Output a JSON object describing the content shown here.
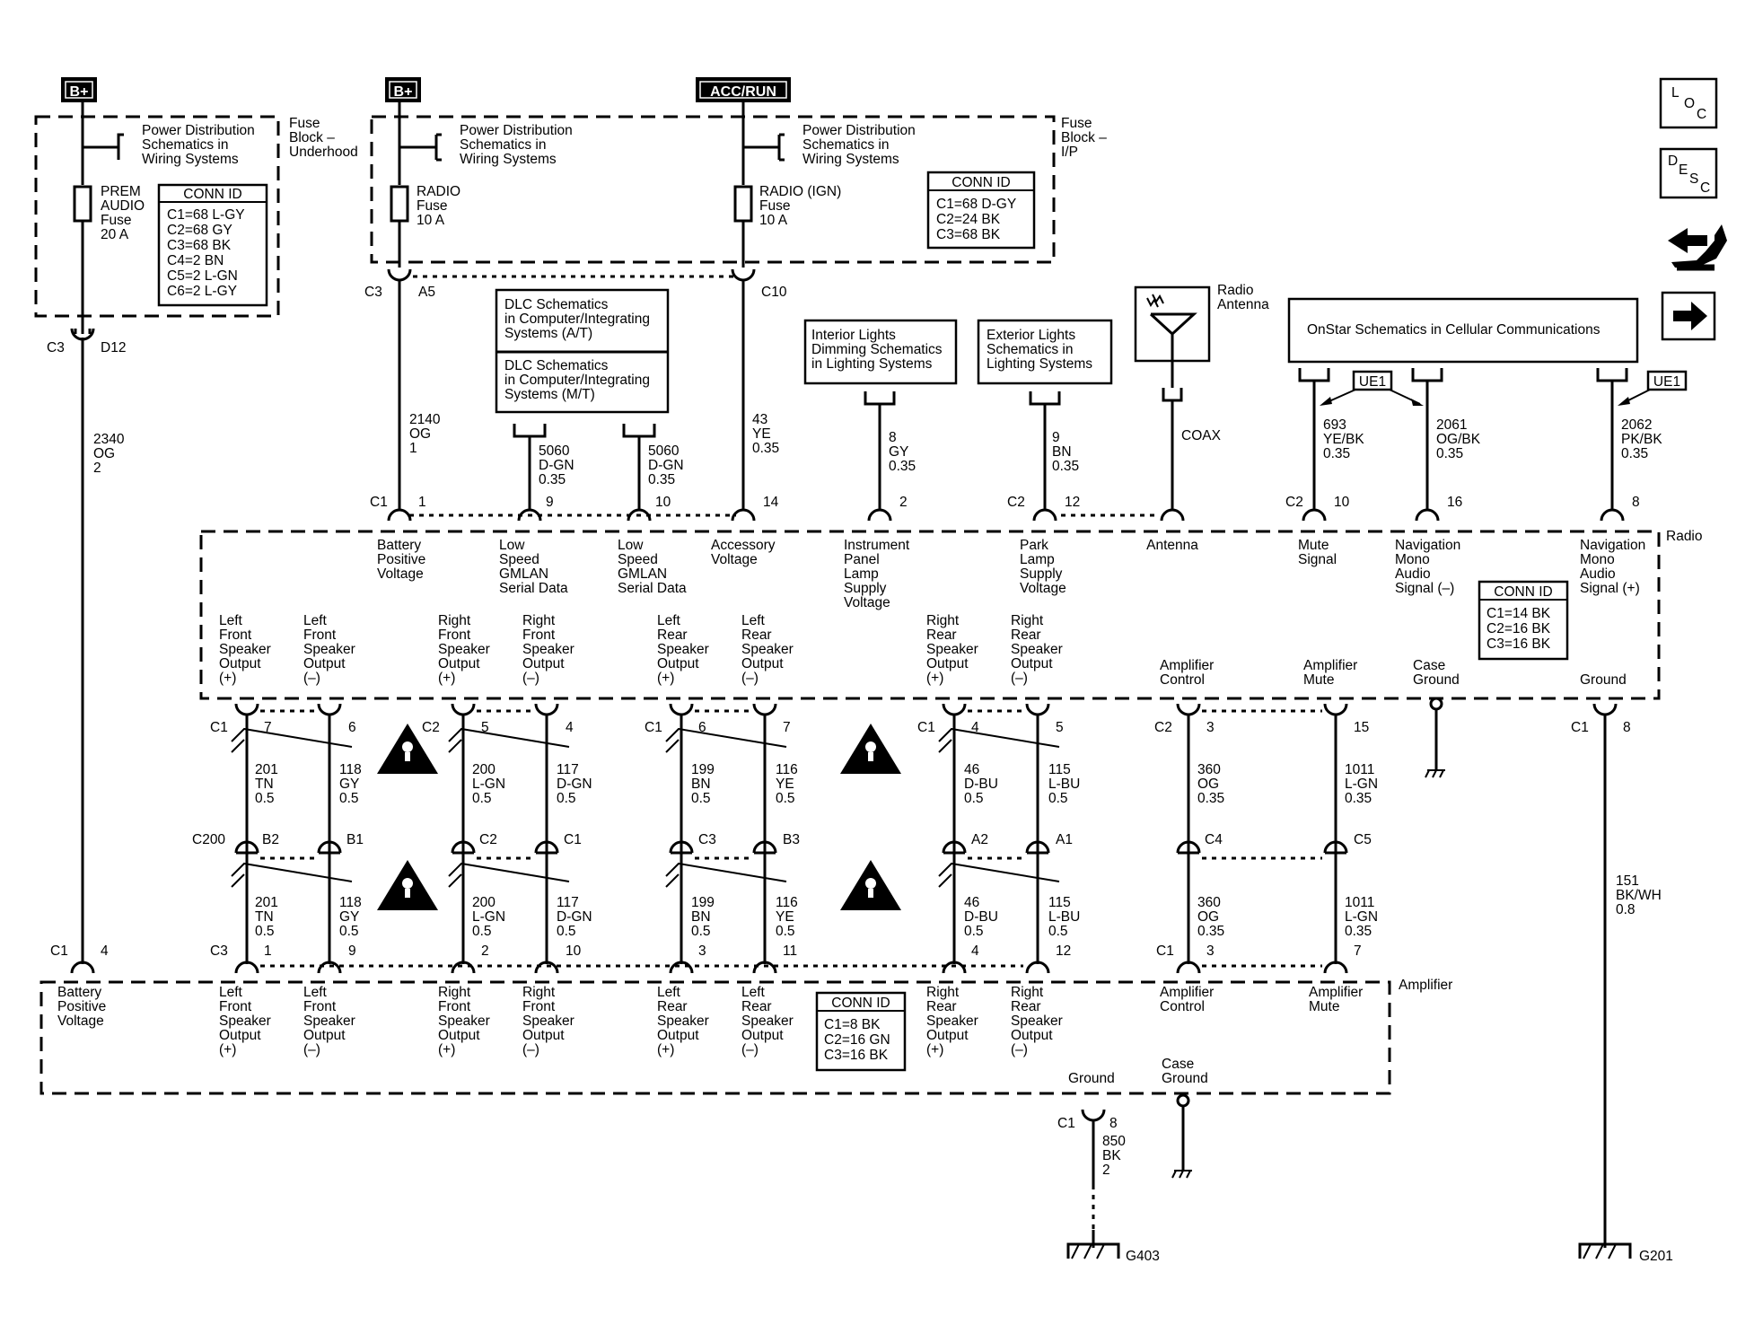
{
  "sources": {
    "b_plus_1": "B+",
    "b_plus_2": "B+",
    "acc_run": "ACC/RUN"
  },
  "fuse_blocks": {
    "underhood": {
      "title": [
        "Fuse",
        "Block –",
        "Underhood"
      ],
      "pds": [
        "Power Distribution",
        "Schematics in",
        "Wiring Systems"
      ],
      "fuse": [
        "PREM",
        "AUDIO",
        "Fuse",
        "20 A"
      ],
      "conn_id_title": "CONN ID",
      "conn_id": [
        "C1=68 L-GY",
        "C2=68 GY",
        "C3=68 BK",
        "C4=2 BN",
        "C5=2 L-GN",
        "C6=2 L-GY"
      ]
    },
    "ip": {
      "title": [
        "Fuse",
        "Block –",
        "I/P"
      ],
      "pds_left": [
        "Power Distribution",
        "Schematics in",
        "Wiring Systems"
      ],
      "pds_right": [
        "Power Distribution",
        "Schematics in",
        "Wiring Systems"
      ],
      "fuse_radio": [
        "RADIO",
        "Fuse",
        "10 A"
      ],
      "fuse_radio_ign": [
        "RADIO (IGN)",
        "Fuse",
        "10 A"
      ],
      "conn_id_title": "CONN ID",
      "conn_id": [
        "C1=68 D-GY",
        "C2=24 BK",
        "C3=68 BK"
      ]
    }
  },
  "references": {
    "dlc_at": [
      "DLC Schematics",
      "in Computer/Integrating",
      "Systems (A/T)"
    ],
    "dlc_mt": [
      "DLC Schematics",
      "in Computer/Integrating",
      "Systems (M/T)"
    ],
    "interior": [
      "Interior Lights",
      "Dimming Schematics",
      "in Lighting Systems"
    ],
    "exterior": [
      "Exterior Lights",
      "Schematics in",
      "Lighting Systems"
    ],
    "onstar": "OnStar Schematics in Cellular Communications",
    "radio_antenna": [
      "Radio",
      "Antenna"
    ],
    "coax": "COAX",
    "ue1_a": "UE1",
    "ue1_b": "UE1"
  },
  "upper_connectors": {
    "c3_d12": [
      "C3",
      "D12"
    ],
    "c3_a5": [
      "C3",
      "A5"
    ],
    "c10": "C10"
  },
  "top_wires": {
    "w2340": [
      "2340",
      "OG",
      "2"
    ],
    "w2140": [
      "2140",
      "OG",
      "1"
    ],
    "w5060a": [
      "5060",
      "D-GN",
      "0.35"
    ],
    "w5060b": [
      "5060",
      "D-GN",
      "0.35"
    ],
    "w43": [
      "43",
      "YE",
      "0.35"
    ],
    "w8": [
      "8",
      "GY",
      "0.35"
    ],
    "w9": [
      "9",
      "BN",
      "0.35"
    ],
    "w693": [
      "693",
      "YE/BK",
      "0.35"
    ],
    "w2061": [
      "2061",
      "OG/BK",
      "0.35"
    ],
    "w2062": [
      "2062",
      "PK/BK",
      "0.35"
    ]
  },
  "radio": {
    "title": "Radio",
    "c1": "C1",
    "c2": "C2",
    "pins_top": [
      "1",
      "9",
      "10",
      "14",
      "2",
      "12",
      "10",
      "16",
      "8"
    ],
    "inputs": {
      "battery": [
        "Battery",
        "Positive",
        "Voltage"
      ],
      "gmlan1": [
        "Low",
        "Speed",
        "GMLAN",
        "Serial Data"
      ],
      "gmlan2": [
        "Low",
        "Speed",
        "GMLAN",
        "Serial Data"
      ],
      "accessory": [
        "Accessory",
        "Voltage"
      ],
      "ip_lamp": [
        "Instrument",
        "Panel",
        "Lamp",
        "Supply",
        "Voltage"
      ],
      "park": [
        "Park",
        "Lamp",
        "Supply",
        "Voltage"
      ],
      "antenna": "Antenna",
      "mute": [
        "Mute",
        "Signal"
      ],
      "nav_minus": [
        "Navigation",
        "Mono",
        "Audio",
        "Signal (–)"
      ],
      "nav_plus": [
        "Navigation",
        "Mono",
        "Audio",
        "Signal (+)"
      ]
    },
    "outputs": [
      [
        "Left",
        "Front",
        "Speaker",
        "Output",
        "(+)"
      ],
      [
        "Left",
        "Front",
        "Speaker",
        "Output",
        "(–)"
      ],
      [
        "Right",
        "Front",
        "Speaker",
        "Output",
        "(+)"
      ],
      [
        "Right",
        "Front",
        "Speaker",
        "Output",
        "(–)"
      ],
      [
        "Left",
        "Rear",
        "Speaker",
        "Output",
        "(+)"
      ],
      [
        "Left",
        "Rear",
        "Speaker",
        "Output",
        "(–)"
      ],
      [
        "Right",
        "Rear",
        "Speaker",
        "Output",
        "(+)"
      ],
      [
        "Right",
        "Rear",
        "Speaker",
        "Output",
        "(–)"
      ],
      [
        "Amplifier",
        "Control"
      ],
      [
        "Amplifier",
        "Mute"
      ],
      [
        "Case",
        "Ground"
      ],
      [
        "Ground"
      ]
    ],
    "conn_id_title": "CONN ID",
    "conn_id": [
      "C1=14 BK",
      "C2=16 BK",
      "C3=16 BK"
    ]
  },
  "radio_bottom_conns": {
    "labels": [
      "C1",
      "C2",
      "C1",
      "C1",
      "C2",
      "C1"
    ],
    "pins": [
      "7",
      "6",
      "5",
      "4",
      "6",
      "7",
      "4",
      "5",
      "3",
      "15",
      "8"
    ]
  },
  "mid_wires": [
    [
      "201",
      "TN",
      "0.5"
    ],
    [
      "118",
      "GY",
      "0.5"
    ],
    [
      "200",
      "L-GN",
      "0.5"
    ],
    [
      "117",
      "D-GN",
      "0.5"
    ],
    [
      "199",
      "BN",
      "0.5"
    ],
    [
      "116",
      "YE",
      "0.5"
    ],
    [
      "46",
      "D-BU",
      "0.5"
    ],
    [
      "115",
      "L-BU",
      "0.5"
    ],
    [
      "360",
      "OG",
      "0.35"
    ],
    [
      "1011",
      "L-GN",
      "0.35"
    ]
  ],
  "c200": {
    "title": "C200",
    "pins": [
      "B2",
      "B1",
      "C2",
      "C1",
      "C3",
      "B3",
      "A2",
      "A1",
      "C4",
      "C5"
    ]
  },
  "low_wires": [
    [
      "201",
      "TN",
      "0.5"
    ],
    [
      "118",
      "GY",
      "0.5"
    ],
    [
      "200",
      "L-GN",
      "0.5"
    ],
    [
      "117",
      "D-GN",
      "0.5"
    ],
    [
      "199",
      "BN",
      "0.5"
    ],
    [
      "116",
      "YE",
      "0.5"
    ],
    [
      "46",
      "D-BU",
      "0.5"
    ],
    [
      "115",
      "L-BU",
      "0.5"
    ],
    [
      "360",
      "OG",
      "0.35"
    ],
    [
      "1011",
      "L-GN",
      "0.35"
    ]
  ],
  "ground_wire_151": [
    "151",
    "BK/WH",
    "0.8"
  ],
  "amplifier": {
    "title": "Amplifier",
    "c1": "C1",
    "c3": "C3",
    "c1b": "C1",
    "pins": [
      "4",
      "1",
      "9",
      "2",
      "10",
      "3",
      "11",
      "4",
      "12",
      "3",
      "7"
    ],
    "battery": [
      "Battery",
      "Positive",
      "Voltage"
    ],
    "outputs": [
      [
        "Left",
        "Front",
        "Speaker",
        "Output",
        "(+)"
      ],
      [
        "Left",
        "Front",
        "Speaker",
        "Output",
        "(–)"
      ],
      [
        "Right",
        "Front",
        "Speaker",
        "Output",
        "(+)"
      ],
      [
        "Right",
        "Front",
        "Speaker",
        "Output",
        "(–)"
      ],
      [
        "Left",
        "Rear",
        "Speaker",
        "Output",
        "(+)"
      ],
      [
        "Left",
        "Rear",
        "Speaker",
        "Output",
        "(–)"
      ],
      [
        "Right",
        "Rear",
        "Speaker",
        "Output",
        "(+)"
      ],
      [
        "Right",
        "Rear",
        "Speaker",
        "Output",
        "(–)"
      ],
      [
        "Amplifier",
        "Control"
      ],
      [
        "Amplifier",
        "Mute"
      ]
    ],
    "ground": "Ground",
    "case_ground": [
      "Case",
      "Ground"
    ],
    "conn_id_title": "CONN ID",
    "conn_id": [
      "C1=8 BK",
      "C2=16 GN",
      "C3=16 BK"
    ]
  },
  "amp_ground": {
    "conn": "C1",
    "pin": "8",
    "wire": [
      "850",
      "BK",
      "2"
    ],
    "g403": "G403",
    "g201": "G201"
  },
  "side_icons": [
    "loc-icon",
    "desc-icon",
    "connector-icon",
    "next-arrow-icon"
  ],
  "loc_letters": [
    "L",
    "O",
    "C"
  ],
  "desc_letters": [
    "D",
    "E",
    "S",
    "C"
  ]
}
